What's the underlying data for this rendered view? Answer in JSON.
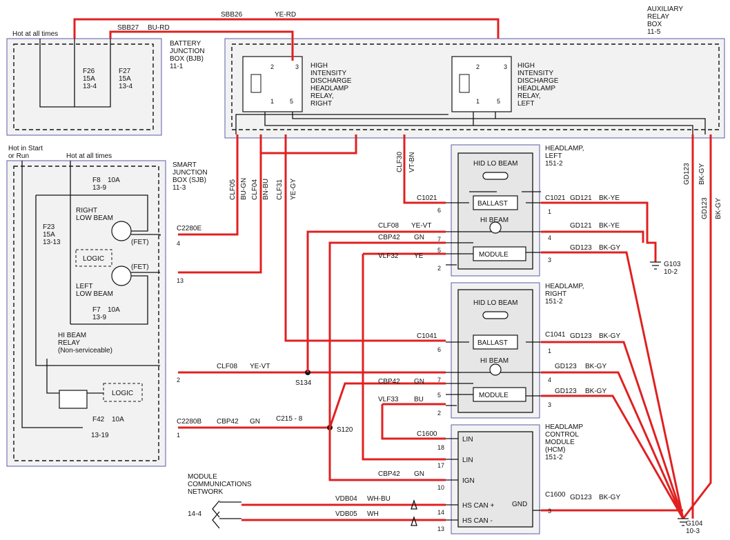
{
  "labels": {
    "hot_all_times_top": "Hot at all times",
    "sbb26": "SBB26",
    "sbb26_color": "YE-RD",
    "sbb27": "SBB27",
    "sbb27_color": "BU-RD",
    "bjb": [
      "BATTERY",
      "JUNCTION",
      "BOX (BJB)",
      "11-1"
    ],
    "arb": [
      "AUXILIARY",
      "RELAY",
      "BOX",
      "11-5"
    ],
    "f26": [
      "F26",
      "15A",
      "13-4"
    ],
    "f27": [
      "F27",
      "15A",
      "13-4"
    ],
    "relay_right": [
      "HIGH",
      "INTENSITY",
      "DISCHARGE",
      "HEADLAMP",
      "RELAY,",
      "RIGHT"
    ],
    "relay_left": [
      "HIGH",
      "INTENSITY",
      "DISCHARGE",
      "HEADLAMP",
      "RELAY,",
      "LEFT"
    ],
    "hot_start_run": [
      "Hot in Start",
      "or Run"
    ],
    "hot_all_times_sjb": "Hot at all times",
    "sjb": [
      "SMART",
      "JUNCTION",
      "BOX (SJB)",
      "11-3"
    ],
    "f8": [
      "F8",
      "10A",
      "13-9"
    ],
    "f23": [
      "F23",
      "15A",
      "13-13"
    ],
    "right_low_beam": [
      "RIGHT",
      "LOW BEAM"
    ],
    "left_low_beam": [
      "LEFT",
      "LOW BEAM"
    ],
    "fet": "(FET)",
    "logic": "LOGIC",
    "f7": [
      "F7",
      "10A",
      "13-9"
    ],
    "hi_beam_relay": [
      "HI BEAM",
      "RELAY",
      "(Non-serviceable)"
    ],
    "f42": [
      "F42",
      "10A",
      "13-19"
    ],
    "vert_wires": [
      "CLF05",
      "BU-GN",
      "CLF04",
      "BN-BU",
      "CLF31",
      "YE-GY",
      "CLF30",
      "VT-BN",
      "GD123",
      "BK-GY",
      "GD123",
      "BK-GY"
    ],
    "hl_left": [
      "HEADLAMP,",
      "LEFT",
      "151-2"
    ],
    "hl_right": [
      "HEADLAMP,",
      "RIGHT",
      "151-2"
    ],
    "hcm": [
      "HEADLAMP",
      "CONTROL",
      "MODULE",
      "(HCM)",
      "151-2"
    ],
    "hid_lo_beam": "HID LO BEAM",
    "ballast": "BALLAST",
    "hi_beam": "HI BEAM",
    "module": "MODULE",
    "c2280e": "C2280E",
    "c2280b": "C2280B",
    "c1021": "C1021",
    "c1041": "C1041",
    "c1600": "C1600",
    "c215": "C215 - 8",
    "s134": "S134",
    "s120": "S120",
    "g103": [
      "G103",
      "10-2"
    ],
    "g104": [
      "G104",
      "10-3"
    ],
    "mcn": [
      "MODULE",
      "COMMUNICATIONS",
      "NETWORK"
    ],
    "mcn_ref": "14-4",
    "hcm_pins": [
      "LIN",
      "LIN",
      "IGN",
      "HS CAN +",
      "HS CAN -",
      "GND"
    ],
    "pins": [
      "4",
      "13",
      "2",
      "1",
      "6",
      "7",
      "5",
      "2",
      "1",
      "4",
      "3",
      "6",
      "7",
      "5",
      "2",
      "1",
      "4",
      "3",
      "18",
      "17",
      "10",
      "14",
      "13",
      "3"
    ],
    "wires": [
      {
        "circuit": "CLF08",
        "color": "YE-VT"
      },
      {
        "circuit": "CBP42",
        "color": "GN"
      },
      {
        "circuit": "VLF32",
        "color": "YE"
      },
      {
        "circuit": "GD121",
        "color": "BK-YE"
      },
      {
        "circuit": "GD121",
        "color": "BK-YE"
      },
      {
        "circuit": "GD123",
        "color": "BK-GY"
      },
      {
        "circuit": "GD123",
        "color": "BK-GY"
      },
      {
        "circuit": "GD123",
        "color": "BK-GY"
      },
      {
        "circuit": "GD123",
        "color": "BK-GY"
      },
      {
        "circuit": "CLF08",
        "color": "YE-VT"
      },
      {
        "circuit": "CBP42",
        "color": "GN"
      },
      {
        "circuit": "VLF33",
        "color": "BU"
      },
      {
        "circuit": "CBP42",
        "color": "GN"
      },
      {
        "circuit": "CBP42",
        "color": "GN"
      },
      {
        "circuit": "VDB04",
        "color": "WH-BU"
      },
      {
        "circuit": "VDB05",
        "color": "WH"
      },
      {
        "circuit": "GD123",
        "color": "BK-GY"
      }
    ],
    "relay_pins": [
      "2",
      "3",
      "1",
      "5"
    ]
  }
}
